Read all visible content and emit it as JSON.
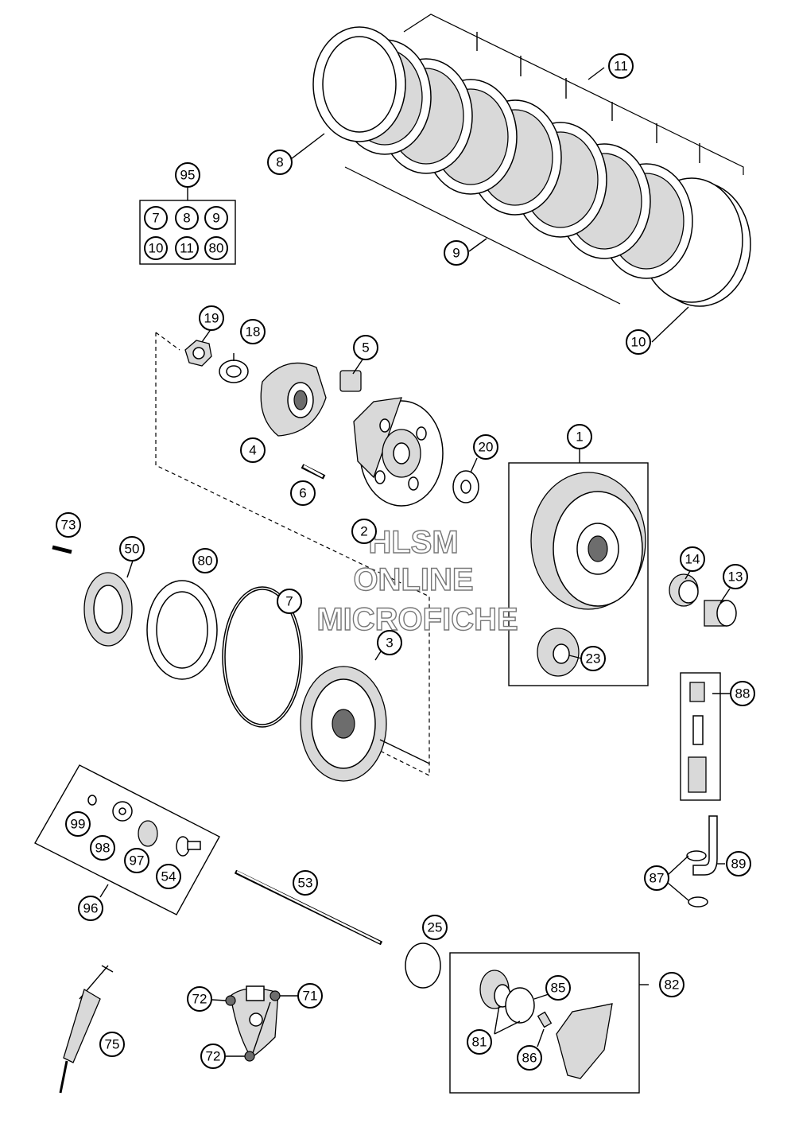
{
  "watermark": {
    "line1": "HLSM",
    "line2": "ONLINE",
    "line3": "MICROFICHE"
  },
  "kit_95": {
    "label": "95",
    "items": [
      "7",
      "8",
      "9",
      "10",
      "11",
      "80"
    ]
  },
  "kit_96": {
    "label": "96",
    "items": [
      "99",
      "98",
      "97",
      "54"
    ]
  },
  "callouts": {
    "c1": "1",
    "c2": "2",
    "c3": "3",
    "c4": "4",
    "c5": "5",
    "c6": "6",
    "c7": "7",
    "c8": "8",
    "c9": "9",
    "c10": "10",
    "c11": "11",
    "c13": "13",
    "c14": "14",
    "c18": "18",
    "c19": "19",
    "c20": "20",
    "c23": "23",
    "c25": "25",
    "c50": "50",
    "c53": "53",
    "c71": "71",
    "c72a": "72",
    "c72b": "72",
    "c73": "73",
    "c75": "75",
    "c80": "80",
    "c81": "81",
    "c82": "82",
    "c85": "85",
    "c86": "86",
    "c87": "87",
    "c88": "88",
    "c89": "89"
  }
}
